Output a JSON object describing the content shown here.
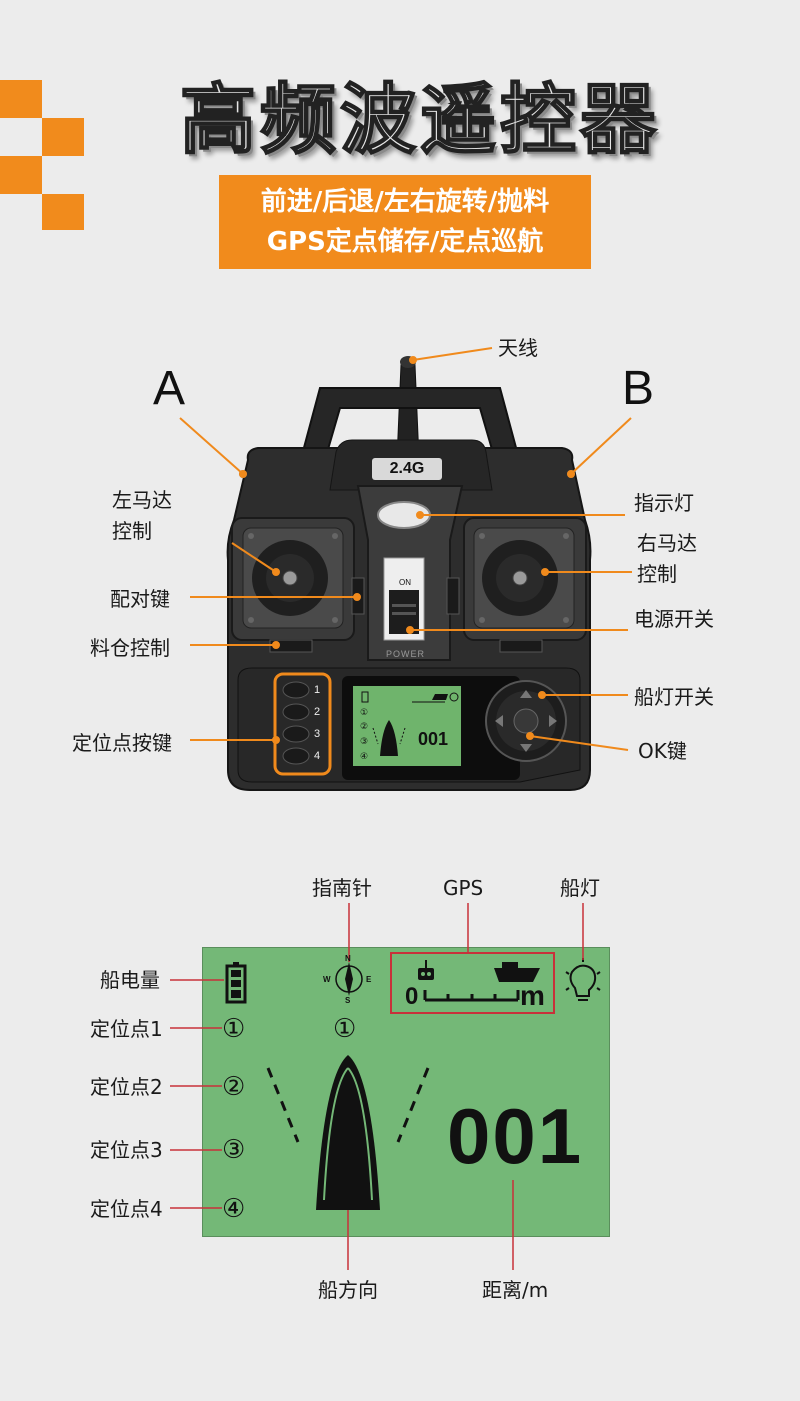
{
  "header": {
    "title": "高频波遥控器",
    "features_line1": "前进/后退/左右旋转/抛料",
    "features_line2": "GPS定点储存/定点巡航"
  },
  "remote": {
    "side_label_a": "A",
    "side_label_b": "B",
    "frequency_badge": "2.4G",
    "switch_on_label": "ON",
    "power_label": "POWER",
    "preset_keys": [
      "1",
      "2",
      "3",
      "4"
    ],
    "screen_distance": "001",
    "callouts": {
      "antenna": "天线",
      "left_motor_line1": "左马达",
      "left_motor_line2": "控制",
      "indicator": "指示灯",
      "right_motor_line1": "右马达",
      "right_motor_line2": "控制",
      "pair_key": "配对键",
      "power_switch": "电源开关",
      "hopper_control": "料仓控制",
      "boat_light_switch": "船灯开关",
      "preset_keys": "定位点按键",
      "ok_key": "OK键"
    }
  },
  "lcd": {
    "distance": "001",
    "scale_start": "0",
    "scale_unit": "m",
    "compass_letters": {
      "n": "N",
      "w": "W",
      "e": "E",
      "s": "S"
    },
    "compass_point_marker": "①",
    "point_markers": [
      "①",
      "②",
      "③",
      "④"
    ],
    "callouts": {
      "compass": "指南针",
      "gps": "GPS",
      "boat_light": "船灯",
      "battery": "船电量",
      "point1": "定位点1",
      "point2": "定位点2",
      "point3": "定位点3",
      "point4": "定位点4",
      "heading": "船方向",
      "distance": "距离/m"
    }
  },
  "colors": {
    "accent": "#f18b1c",
    "lcd_green": "#74b877",
    "callout_orange": "#f08a1c",
    "callout_red": "#c8313a",
    "remote_body": "#2b2b2b"
  }
}
